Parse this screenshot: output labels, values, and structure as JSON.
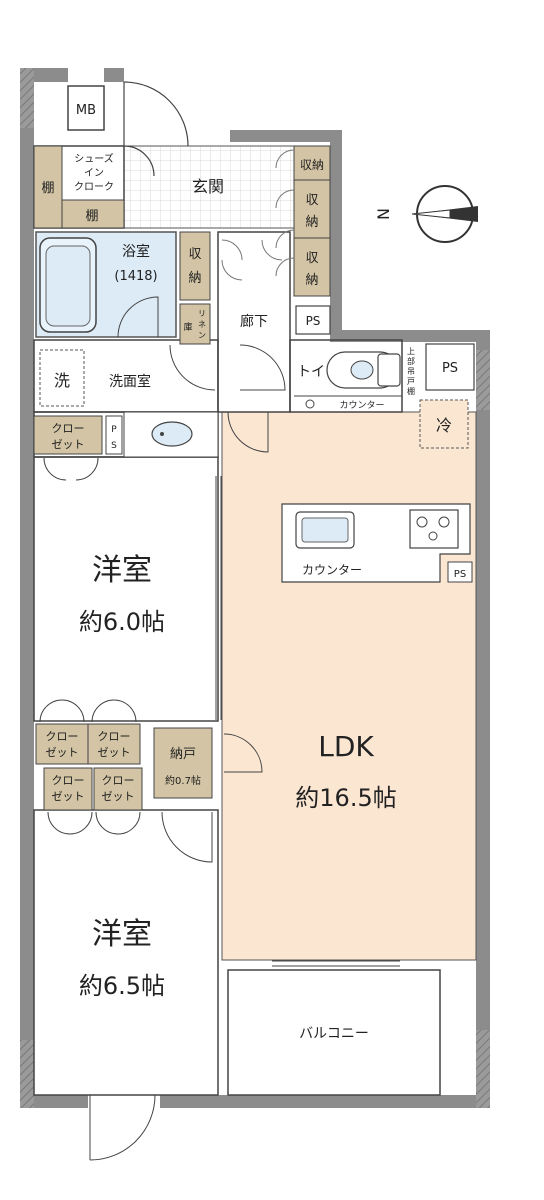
{
  "labels": {
    "mb": "MB",
    "shoes_in_closet": [
      "シューズ",
      "イン",
      "クローク"
    ],
    "shelf": "棚",
    "entrance": "玄関",
    "storage_chars": [
      "収",
      "納"
    ],
    "storage_word": "収納",
    "bath": "浴室",
    "bath_size": "(1418)",
    "linen_chars": [
      "リ",
      "ネ",
      "ン"
    ],
    "linen_side": [
      "庫"
    ],
    "hallway": "廊下",
    "ps": "PS",
    "wash_icon": "洗",
    "washroom": "洗面室",
    "toilet": "トイレ",
    "upper_cabinet": [
      "上",
      "部",
      "吊",
      "戸",
      "棚"
    ],
    "counter": "カウンター",
    "fridge": "冷",
    "closet": [
      "クロー",
      "ゼット"
    ],
    "ps_vertical": [
      "P",
      "S"
    ],
    "western_room": "洋室",
    "room1_size": "約6.0帖",
    "room2_size": "約6.5帖",
    "ldk": "LDK",
    "ldk_size": "約16.5帖",
    "storeroom": "納戸",
    "storeroom_size": "約0.7帖",
    "balcony": "バルコニー",
    "compass_n": "N"
  },
  "colors": {
    "wall": "#8c8c8c",
    "ldk_floor": "#fbe6d2",
    "storage": "#d2c4a4",
    "bath_tile": "#dcebf6",
    "line": "#333333"
  }
}
